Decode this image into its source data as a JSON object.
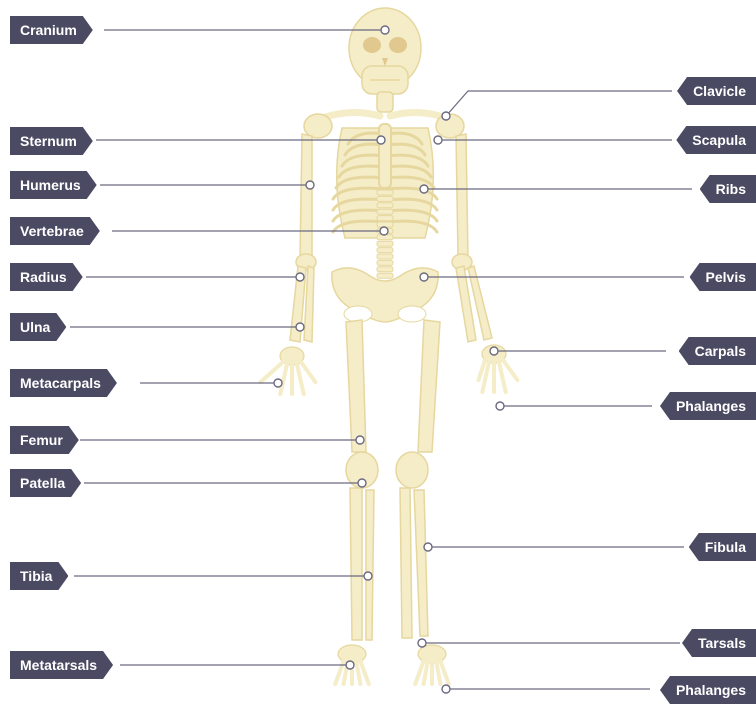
{
  "diagram": {
    "colors": {
      "bone": "#f5ecc8",
      "bone_stroke": "#e6d79e",
      "eye_socket": "#e0c88e",
      "label_bg": "#4b4a63",
      "label_text": "#ffffff",
      "leader": "#6b6a80"
    },
    "labels": {
      "cranium": "Cranium",
      "sternum": "Sternum",
      "humerus": "Humerus",
      "vertebrae": "Vertebrae",
      "radius": "Radius",
      "ulna": "Ulna",
      "metacarpals": "Metacarpals",
      "femur": "Femur",
      "patella": "Patella",
      "tibia": "Tibia",
      "metatarsals": "Metatarsals",
      "clavicle": "Clavicle",
      "scapula": "Scapula",
      "ribs": "Ribs",
      "pelvis": "Pelvis",
      "carpals": "Carpals",
      "phalanges_hand": "Phalanges",
      "fibula": "Fibula",
      "tarsals": "Tarsals",
      "phalanges_foot": "Phalanges"
    }
  }
}
